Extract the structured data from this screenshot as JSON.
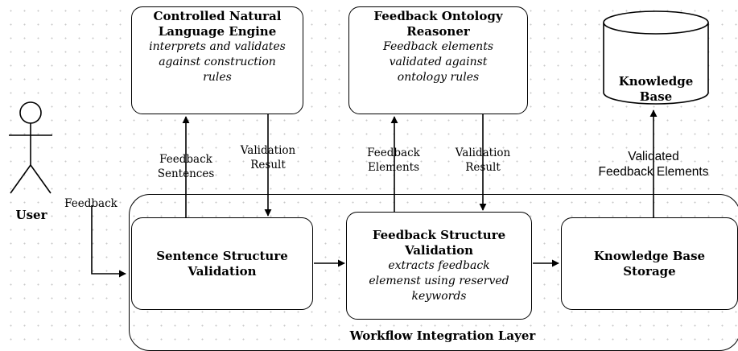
{
  "nodes": {
    "cnl_engine": {
      "title_line1": "Controlled Natural",
      "title_line2": "Language Engine",
      "desc_line1": "interprets and validates",
      "desc_line2": "against construction",
      "desc_line3": "rules"
    },
    "ontology_reasoner": {
      "title_line1": "Feedback Ontology",
      "title_line2": "Reasoner",
      "desc_line1": "Feedback elements",
      "desc_line2": "validated against",
      "desc_line3": "ontology rules"
    },
    "knowledge_base": {
      "title_line1": "Knowledge",
      "title_line2": "Base"
    },
    "sentence_validation": {
      "title_line1": "Sentence Structure",
      "title_line2": "Validation"
    },
    "feedback_validation": {
      "title_line1": "Feedback Structure",
      "title_line2": "Validation",
      "desc_line1": "extracts feedback",
      "desc_line2": "elemenst using reserved",
      "desc_line3": "keywords"
    },
    "kb_storage": {
      "title_line1": "Knowledge Base",
      "title_line2": "Storage"
    },
    "workflow_layer": {
      "label": "Workflow Integration Layer"
    },
    "user": {
      "label": "User"
    }
  },
  "edge_labels": {
    "feedback": "Feedback",
    "feedback_sentences_1": "Feedback",
    "feedback_sentences_2": "Sentences",
    "validation_result_a_1": "Validation",
    "validation_result_a_2": "Result",
    "feedback_elements_1": "Feedback",
    "feedback_elements_2": "Elements",
    "validation_result_b_1": "Validation",
    "validation_result_b_2": "Result",
    "validated_elements_1": "Validated",
    "validated_elements_2": "Feedback Elements"
  }
}
